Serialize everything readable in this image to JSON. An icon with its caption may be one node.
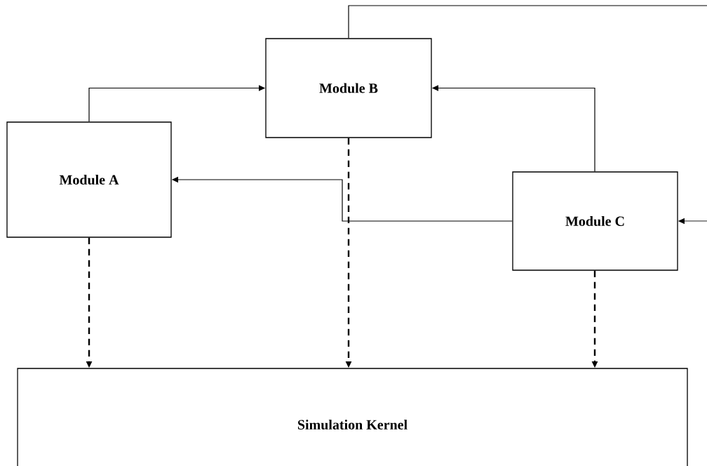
{
  "diagram": {
    "nodes": [
      {
        "text": [
          "Module A"
        ]
      },
      {
        "text": [
          "Module B"
        ]
      },
      {
        "text": [
          "Module C"
        ]
      },
      {
        "text": [
          "Simulation Kernel"
        ]
      }
    ],
    "edges": [
      {
        "from": 0,
        "to": 1,
        "arrow": "to"
      },
      {
        "from": 2,
        "to": 1,
        "arrow": "to"
      },
      {
        "from": 2,
        "to": 0,
        "arrow": "to"
      },
      {
        "from": 1,
        "to": 2,
        "arrow": "to"
      },
      {
        "from": 0,
        "to": 3,
        "arrow": "to",
        "style": "dashed"
      },
      {
        "from": 1,
        "to": 3,
        "arrow": "to",
        "style": "dashed"
      },
      {
        "from": 2,
        "to": 3,
        "arrow": "to",
        "style": "dashed"
      }
    ]
  }
}
